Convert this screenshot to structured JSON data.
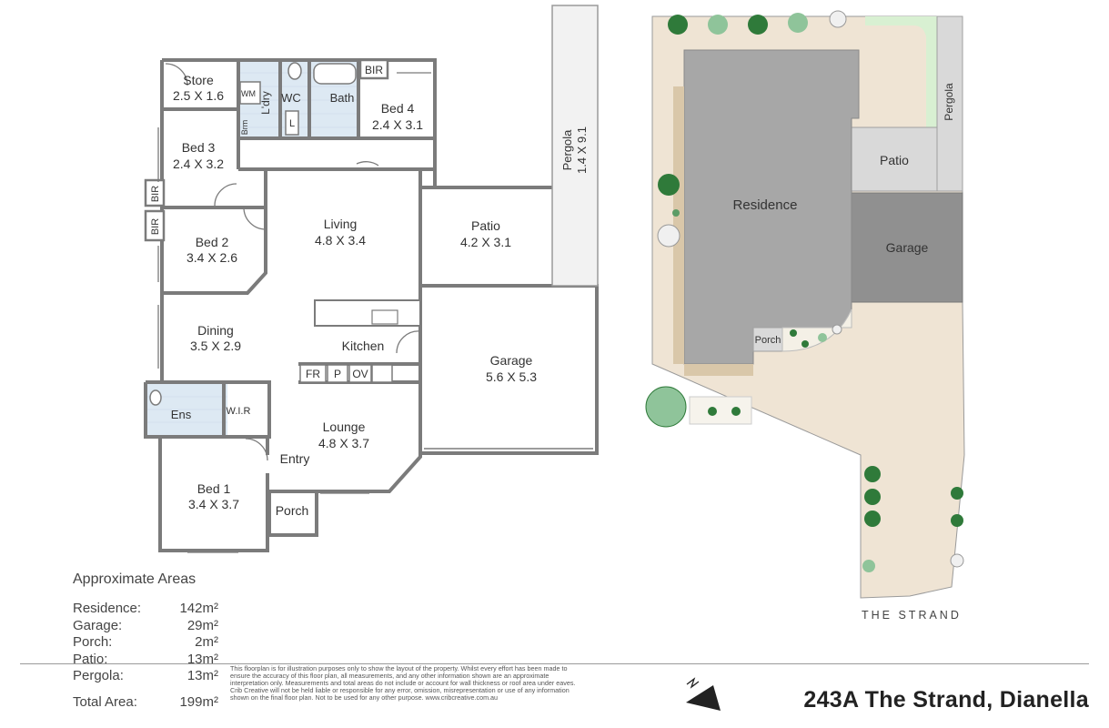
{
  "floor_plan": {
    "rooms": [
      {
        "id": "store",
        "name": "Store",
        "size": "2.5 X 1.6"
      },
      {
        "id": "wm",
        "name": "WM",
        "size": ""
      },
      {
        "id": "ldry",
        "name": "L'dry",
        "size": ""
      },
      {
        "id": "wc",
        "name": "WC",
        "size": ""
      },
      {
        "id": "bath",
        "name": "Bath",
        "size": ""
      },
      {
        "id": "bir-top",
        "name": "BIR",
        "size": ""
      },
      {
        "id": "brm",
        "name": "Brm",
        "size": ""
      },
      {
        "id": "linen",
        "name": "L",
        "size": ""
      },
      {
        "id": "bed4",
        "name": "Bed 4",
        "size": "2.4 X 3.1"
      },
      {
        "id": "bed3",
        "name": "Bed 3",
        "size": "2.4 X 3.2"
      },
      {
        "id": "bir-1",
        "name": "BIR",
        "size": ""
      },
      {
        "id": "bir-2",
        "name": "BIR",
        "size": ""
      },
      {
        "id": "bed2",
        "name": "Bed 2",
        "size": "3.4 X 2.6"
      },
      {
        "id": "living",
        "name": "Living",
        "size": "4.8 X 3.4"
      },
      {
        "id": "patio",
        "name": "Patio",
        "size": "4.2 X 3.1"
      },
      {
        "id": "pergola",
        "name": "Pergola",
        "size": "1.4 X 9.1"
      },
      {
        "id": "dining",
        "name": "Dining",
        "size": "3.5 X 2.9"
      },
      {
        "id": "kitchen",
        "name": "Kitchen",
        "size": ""
      },
      {
        "id": "fr",
        "name": "FR",
        "size": ""
      },
      {
        "id": "pantry",
        "name": "P",
        "size": ""
      },
      {
        "id": "oven",
        "name": "OV",
        "size": ""
      },
      {
        "id": "garage",
        "name": "Garage",
        "size": "5.6 X 5.3"
      },
      {
        "id": "ens",
        "name": "Ens",
        "size": ""
      },
      {
        "id": "wir",
        "name": "W.I.R",
        "size": ""
      },
      {
        "id": "lounge",
        "name": "Lounge",
        "size": "4.8 X 3.7"
      },
      {
        "id": "entry",
        "name": "Entry",
        "size": ""
      },
      {
        "id": "bed1",
        "name": "Bed 1",
        "size": "3.4 X 3.7"
      },
      {
        "id": "porch",
        "name": "Porch",
        "size": ""
      }
    ]
  },
  "site_plan": {
    "residence": "Residence",
    "patio": "Patio",
    "garage": "Garage",
    "pergola": "Pergola",
    "porch": "Porch",
    "street": "THE STRAND"
  },
  "areas": {
    "title": "Approximate Areas",
    "rows": [
      {
        "label": "Residence:",
        "value": "142m²"
      },
      {
        "label": "Garage:",
        "value": "29m²"
      },
      {
        "label": "Porch:",
        "value": "2m²"
      },
      {
        "label": "Patio:",
        "value": "13m²"
      },
      {
        "label": "Pergola:",
        "value": "13m²"
      }
    ],
    "total_label": "Total Area:",
    "total_value": "199m²"
  },
  "disclaimer": "This floorplan is for illustration purposes only to show the layout of the property. Whilst every effort has been made to ensure the accuracy of this floor plan, all measurements, and any other information shown are an approximate interpretation only. Measurements and total areas do not include or account for wall thickness or roof area under eaves. Crib Creative will not be held liable or responsible for any error, omission, misrepresentation or use of any information shown on the final floor plan. Not to be used for any other purpose. www.cribcreative.com.au",
  "address": "243A The Strand, Dianella",
  "colors": {
    "wall": "#7b7b7b",
    "wet_area": "#dde9f3",
    "lot": "#efe4d4",
    "residence": "#a7a7a7",
    "patio": "#d9d9d9",
    "garage": "#909090",
    "lawn": "#d8f0d2",
    "tree": "#2f7a3a"
  }
}
